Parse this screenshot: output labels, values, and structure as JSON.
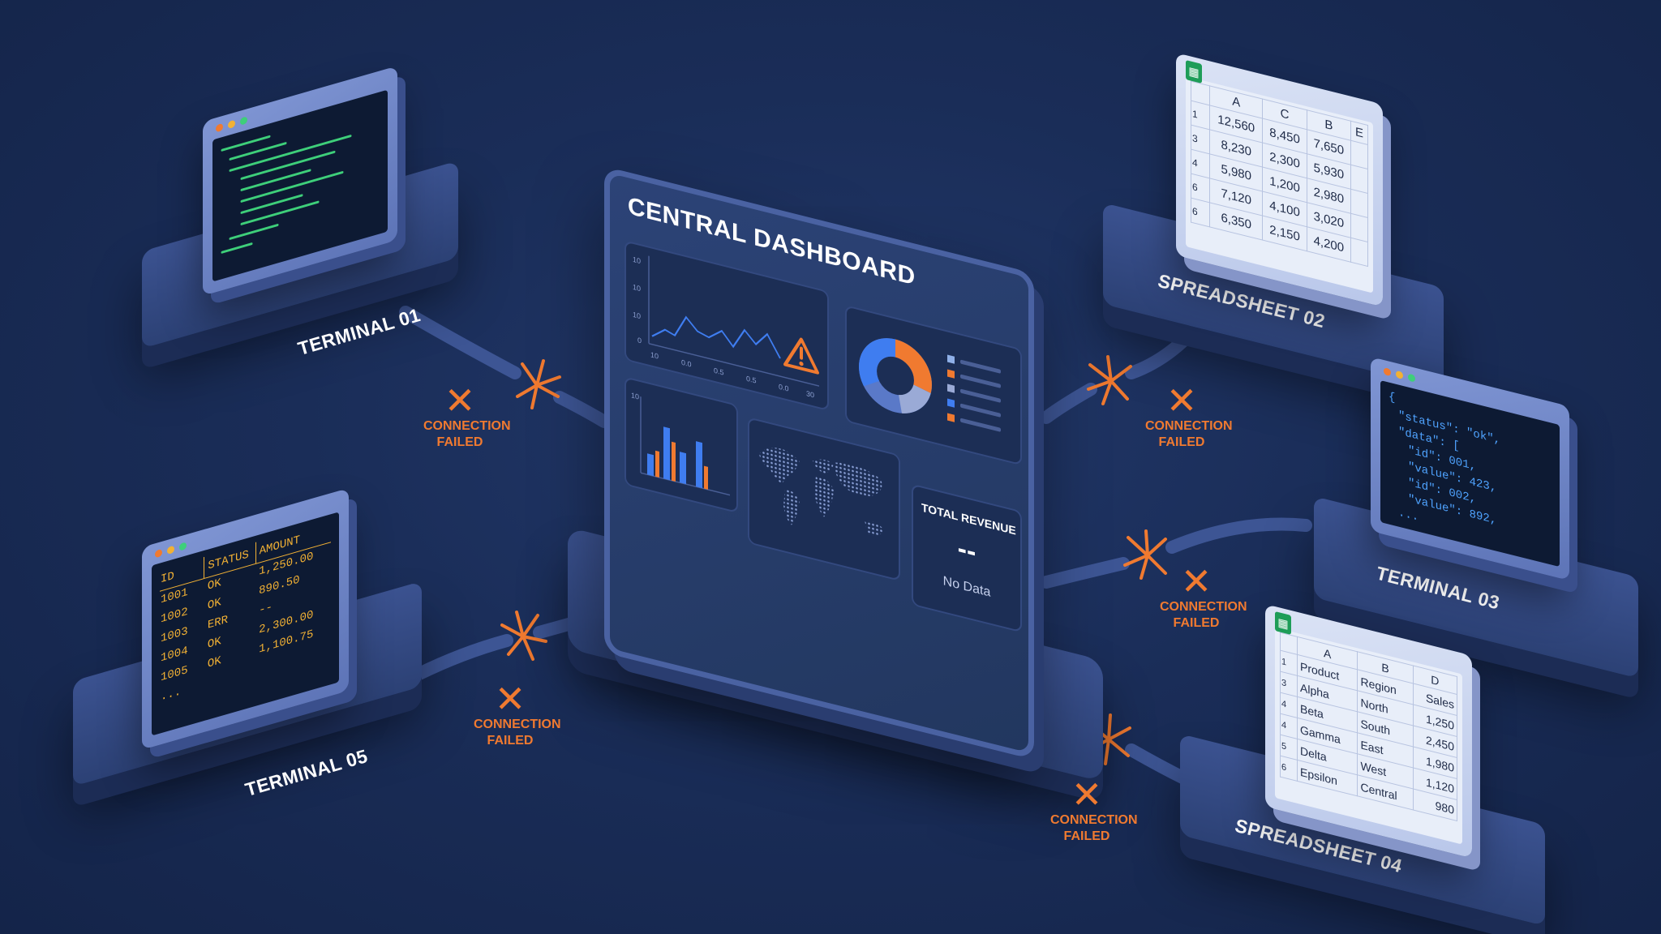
{
  "dashboard": {
    "title": "CENTRAL DASHBOARD",
    "revenue_label": "TOTAL REVENUE",
    "revenue_value": "--",
    "revenue_status": "No Data",
    "line_y_ticks": [
      "10",
      "10",
      "10",
      "0"
    ],
    "line_x_ticks": [
      "10",
      "0.0",
      "0.5",
      "0.5",
      "0.0",
      "30"
    ],
    "bar_y_tick": "10"
  },
  "nodes": {
    "terminal_01": {
      "label": "TERMINAL 01"
    },
    "terminal_03": {
      "label": "TERMINAL 03",
      "json_lines": [
        "{",
        "\"status\": \"ok\",",
        "\"data\": [",
        "\"id\": 001,",
        "\"value\": 423,",
        "\"id\": 002,",
        "\"value\": 892,",
        "..."
      ]
    },
    "terminal_05": {
      "label": "TERMINAL 05",
      "headers": [
        "ID",
        "STATUS",
        "AMOUNT"
      ],
      "rows": [
        [
          "1001",
          "OK",
          "1,250.00"
        ],
        [
          "1002",
          "OK",
          "890.50"
        ],
        [
          "1003",
          "ERR",
          "--"
        ],
        [
          "1004",
          "OK",
          "2,300.00"
        ],
        [
          "1005",
          "OK",
          "1,100.75"
        ],
        [
          "...",
          "",
          ""
        ]
      ]
    },
    "spreadsheet_02": {
      "label": "SPREADSHEET 02",
      "headers": [
        "A",
        "C",
        "B",
        "E"
      ],
      "row_numbers": [
        "1",
        "3",
        "4",
        "6",
        "6"
      ],
      "rows": [
        [
          "12,560",
          "8,450",
          "7,650"
        ],
        [
          "8,230",
          "2,300",
          "5,930"
        ],
        [
          "5,980",
          "1,200",
          "2,980"
        ],
        [
          "7,120",
          "4,100",
          "3,020"
        ],
        [
          "6,350",
          "2,150",
          "4,200"
        ]
      ]
    },
    "spreadsheet_04": {
      "label": "SPREADSHEET 04",
      "headers": [
        "A",
        "B",
        "D"
      ],
      "row_numbers": [
        "1",
        "3",
        "4",
        "4",
        "5",
        "6"
      ],
      "rows": [
        [
          "Product",
          "Region",
          "Sales"
        ],
        [
          "Alpha",
          "North",
          "1,250"
        ],
        [
          "Beta",
          "South",
          "2,450"
        ],
        [
          "Gamma",
          "East",
          "1,980"
        ],
        [
          "Delta",
          "West",
          "1,120"
        ],
        [
          "Epsilon",
          "Central",
          "980"
        ]
      ]
    }
  },
  "errors": {
    "terminal_01": "CONNECTION FAILED",
    "spreadsheet_02": "CONNECTION FAILED",
    "terminal_03": "CONNECTION FAILED",
    "terminal_05": "CONNECTION FAILED",
    "spreadsheet_04": "CONNECTION FAILED",
    "mark": "✕"
  },
  "colors": {
    "background": "#17294f",
    "accent_orange": "#f07a30",
    "accent_blue": "#3f7df0",
    "terminal_green": "#3ecf7a",
    "terminal_amber": "#f2b134",
    "json_blue": "#4fa3ff",
    "cable": "#3d5594"
  },
  "icons": {
    "warning": "warning-triangle-icon",
    "sheet": "spreadsheet-app-icon",
    "error": "x-mark-icon"
  }
}
